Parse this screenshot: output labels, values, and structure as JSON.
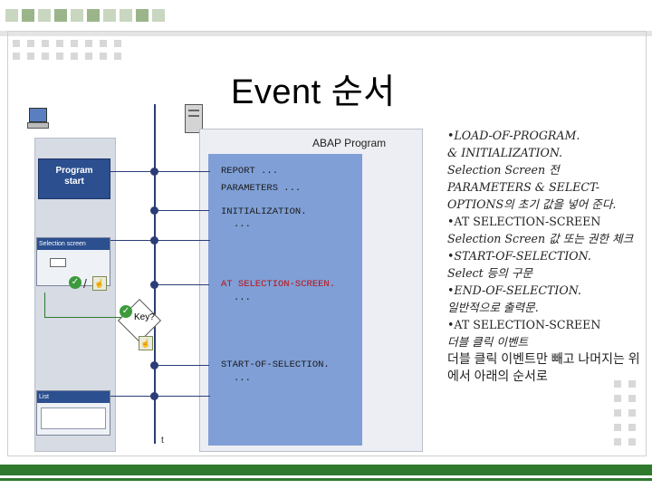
{
  "title": "Event 순서",
  "diagram": {
    "abap_title": "ABAP Program",
    "program_start": "Program\nstart",
    "selection_screen": "Selection screen",
    "list": "List",
    "key_label": "Key?",
    "time_label": "t",
    "code": {
      "report": "REPORT ...",
      "parameters": "PARAMETERS ...",
      "initialization": "INITIALIZATION.",
      "init_dots": "...",
      "at_selection": "AT SELECTION-SCREEN.",
      "at_dots": "...",
      "start_of_selection": "START-OF-SELECTION.",
      "start_dots": "..."
    }
  },
  "notes": [
    {
      "text": "•LOAD-OF-PROGRAM.",
      "italic": true
    },
    {
      "text": "& INITIALIZATION.",
      "italic": true
    },
    {
      "text": "Selection Screen 전",
      "italic": true
    },
    {
      "text": "PARAMETERS & SELECT-OPTIONS의 초기 값을 넣어 준다.",
      "italic": true
    },
    {
      "text": "•AT SELECTION-SCREEN",
      "italic": false
    },
    {
      "text": "Selection Screen 값 또는 권한 체크",
      "italic": true
    },
    {
      "text": "•START-OF-SELECTION.",
      "italic": true
    },
    {
      "text": "Select 등의 구문",
      "italic": true
    },
    {
      "text": "•END-OF-SELECTION.",
      "italic": true
    },
    {
      "text": "일반적으로 출력문.",
      "italic": true
    },
    {
      "text": "•AT SELECTION-SCREEN",
      "italic": false
    },
    {
      "text": "더블 클릭 이벤트",
      "italic": true
    },
    {
      "text": "더블 클릭 이벤트만 빼고 나머지는 위에서 아래의 순서로",
      "italic": false,
      "sans": true
    }
  ],
  "colors": {
    "accent_green": "#2f7a2f",
    "timeline_blue": "#2b3d77",
    "abap_block": "#7f9fd6",
    "red_code": "#c01010"
  }
}
